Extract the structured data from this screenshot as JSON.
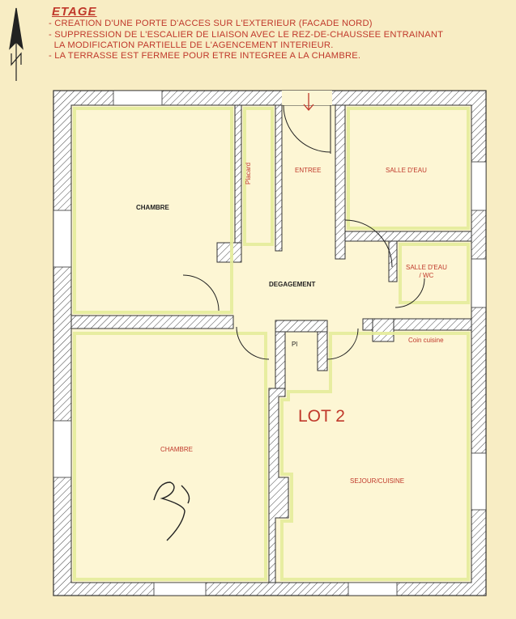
{
  "header": {
    "title": "ETAGE",
    "notes": [
      "- CREATION D'UNE PORTE D'ACCES SUR L'EXTERIEUR (FACADE NORD)",
      "- SUPPRESSION DE L'ESCALIER DE LIAISON AVEC LE REZ-DE-CHAUSSEE ENTRAINANT\n  LA MODIFICATION PARTIELLE DE L'AGENCEMENT INTERIEUR.",
      "- LA TERRASSE EST FERMEE POUR ETRE INTEGREE A LA CHAMBRE."
    ]
  },
  "rooms": {
    "chambre_top": "CHAMBRE",
    "placard": "Placard",
    "entree": "ENTREE",
    "salle_eau_1": "SALLE D'EAU",
    "salle_eau_2": "SALLE D'EAU\n/ WC",
    "degagement": "DEGAGEMENT",
    "pl": "Pl",
    "coin_cuisine": "Coin cuisine",
    "chambre_bottom": "CHAMBRE",
    "sejour": "SEJOUR/CUISINE"
  },
  "lot_label": "LOT 2",
  "colors": {
    "background": "#f8edc4",
    "wall_fill": "#ffffff",
    "wall_line": "#333333",
    "room_fill": "#fdf6d4",
    "highlight": "#e4ec9a",
    "annotation": "#c0392b"
  }
}
